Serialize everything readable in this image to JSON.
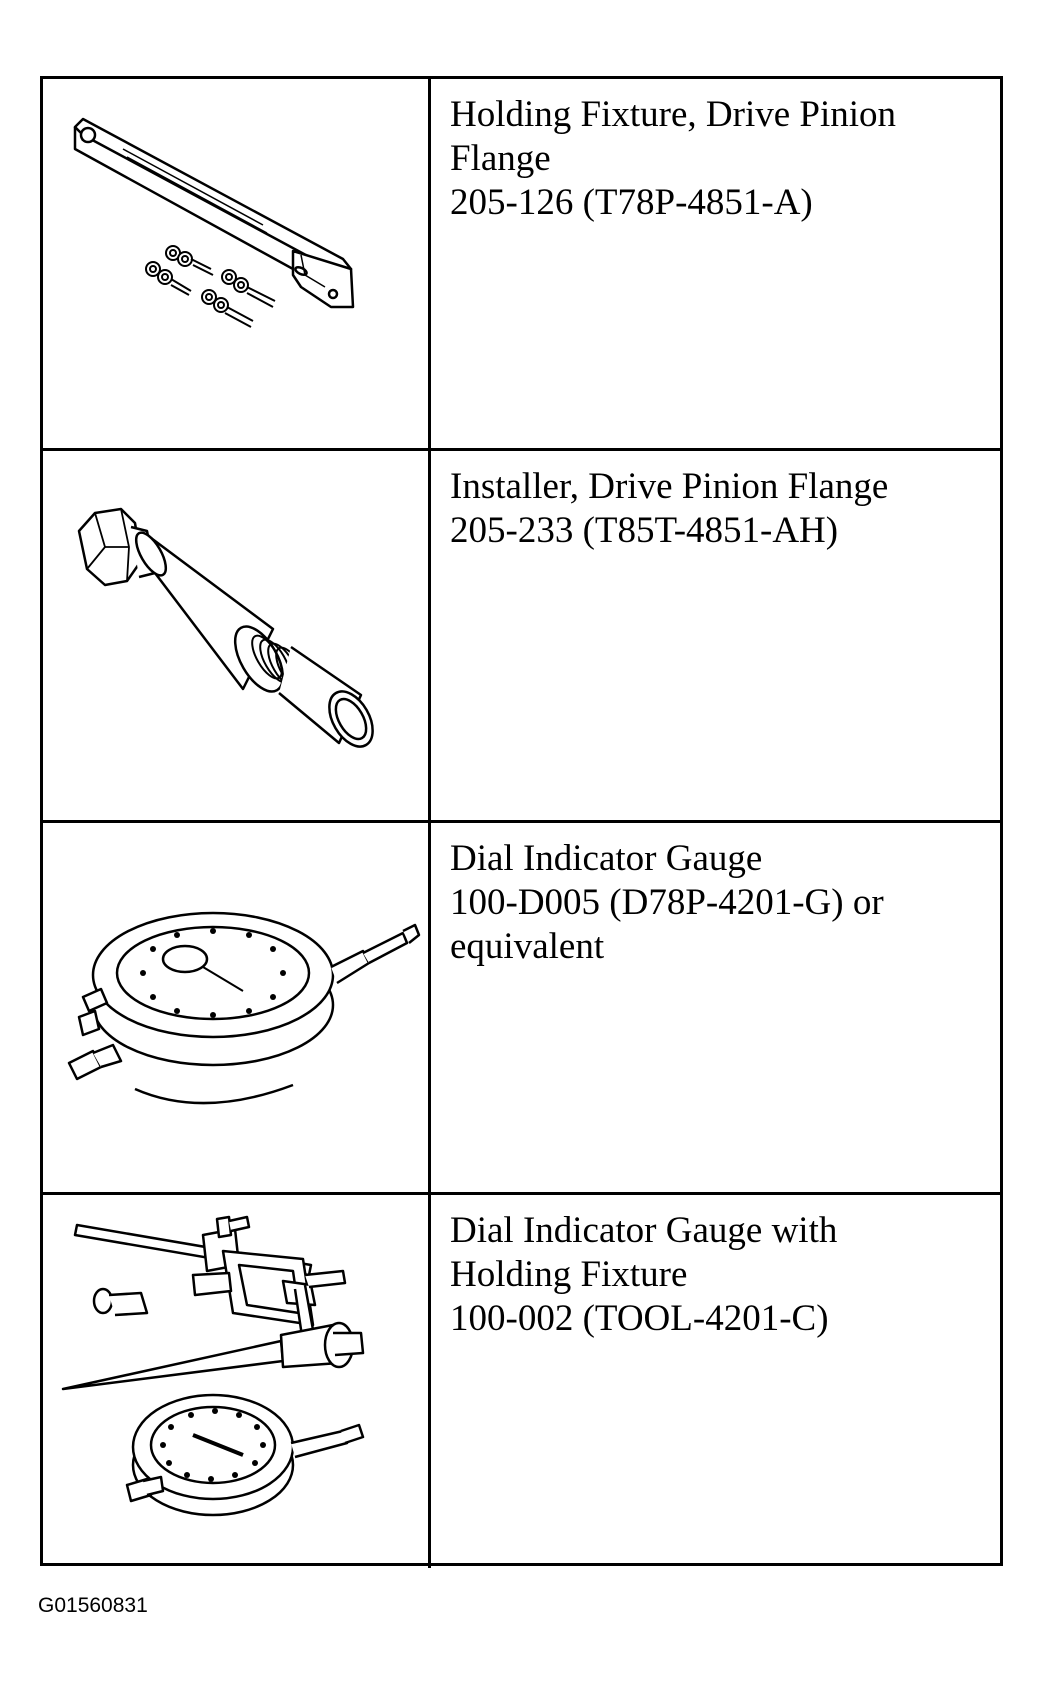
{
  "tools": [
    {
      "icon": "holding-fixture-flange-icon",
      "lines": [
        "Holding Fixture, Drive Pinion",
        "Flange",
        "205-126 (T78P-4851-A)"
      ]
    },
    {
      "icon": "pinion-flange-installer-icon",
      "lines": [
        "Installer, Drive Pinion Flange",
        "205-233 (T85T-4851-AH)"
      ]
    },
    {
      "icon": "dial-indicator-gauge-icon",
      "lines": [
        "Dial Indicator Gauge",
        "100-D005 (D78P-4201-G) or",
        "equivalent"
      ]
    },
    {
      "icon": "dial-indicator-with-holding-fixture-icon",
      "lines": [
        "Dial Indicator Gauge with",
        "Holding Fixture",
        "100-002 (TOOL-4201-C)"
      ]
    }
  ],
  "figure_id": "G01560831"
}
